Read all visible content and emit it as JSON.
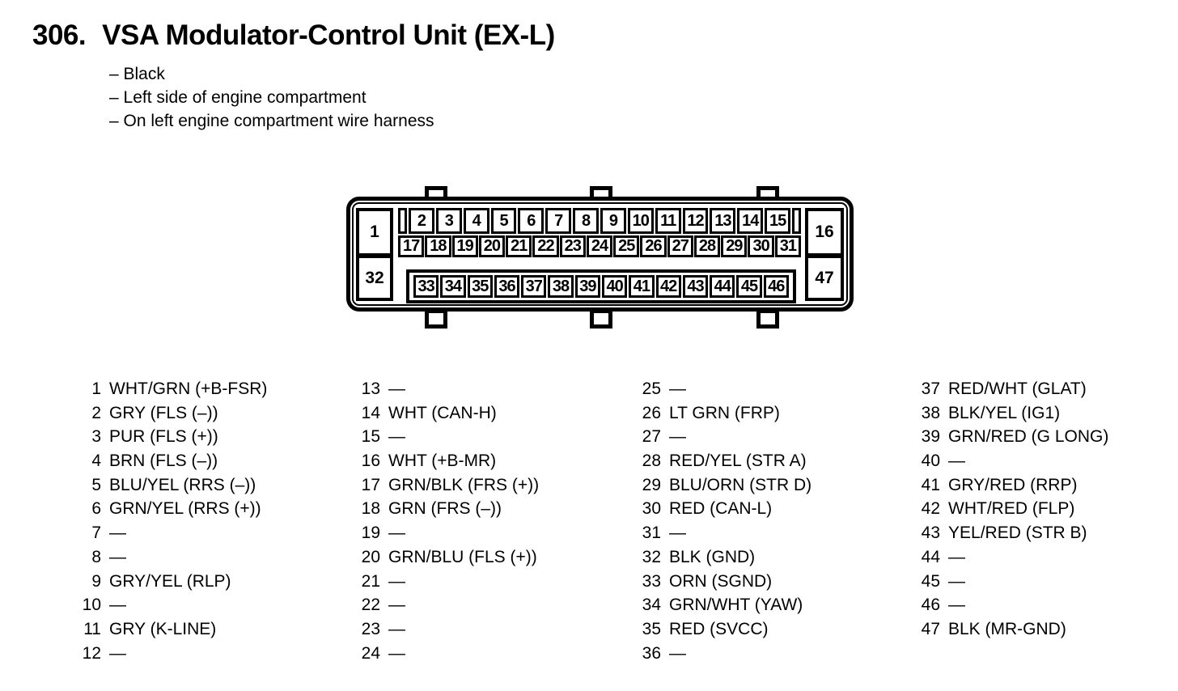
{
  "header": {
    "section_number": "306.",
    "title": "VSA Modulator-Control Unit (EX-L)",
    "bullets": [
      "– Black",
      "– Left side of engine compartment",
      "– On left engine compartment wire harness"
    ]
  },
  "connector": {
    "corner_pins": {
      "top_left": "1",
      "bottom_left": "32",
      "top_right": "16",
      "bottom_right": "47"
    },
    "row_top": [
      "2",
      "3",
      "4",
      "5",
      "6",
      "7",
      "8",
      "9",
      "10",
      "11",
      "12",
      "13",
      "14",
      "15"
    ],
    "row_mid": [
      "17",
      "18",
      "19",
      "20",
      "21",
      "22",
      "23",
      "24",
      "25",
      "26",
      "27",
      "28",
      "29",
      "30",
      "31"
    ],
    "row_bottom": [
      "33",
      "34",
      "35",
      "36",
      "37",
      "38",
      "39",
      "40",
      "41",
      "42",
      "43",
      "44",
      "45",
      "46"
    ]
  },
  "pin_list": {
    "columns": [
      {
        "pins": [
          {
            "num": "1",
            "desc": "WHT/GRN (+B-FSR)"
          },
          {
            "num": "2",
            "desc": "GRY (FLS (–))"
          },
          {
            "num": "3",
            "desc": "PUR (FLS (+))"
          },
          {
            "num": "4",
            "desc": "BRN (FLS (–))"
          },
          {
            "num": "5",
            "desc": "BLU/YEL (RRS (–))"
          },
          {
            "num": "6",
            "desc": "GRN/YEL (RRS (+))"
          },
          {
            "num": "7",
            "desc": "—"
          },
          {
            "num": "8",
            "desc": "—"
          },
          {
            "num": "9",
            "desc": "GRY/YEL (RLP)"
          },
          {
            "num": "10",
            "desc": "—"
          },
          {
            "num": "11",
            "desc": "GRY (K-LINE)"
          },
          {
            "num": "12",
            "desc": "—"
          }
        ]
      },
      {
        "pins": [
          {
            "num": "13",
            "desc": "—"
          },
          {
            "num": "14",
            "desc": "WHT (CAN-H)"
          },
          {
            "num": "15",
            "desc": "—"
          },
          {
            "num": "16",
            "desc": "WHT (+B-MR)"
          },
          {
            "num": "17",
            "desc": "GRN/BLK (FRS (+))"
          },
          {
            "num": "18",
            "desc": "GRN (FRS (–))"
          },
          {
            "num": "19",
            "desc": "—"
          },
          {
            "num": "20",
            "desc": "GRN/BLU (FLS (+))"
          },
          {
            "num": "21",
            "desc": "—"
          },
          {
            "num": "22",
            "desc": "—"
          },
          {
            "num": "23",
            "desc": "—"
          },
          {
            "num": "24",
            "desc": "—"
          }
        ]
      },
      {
        "pins": [
          {
            "num": "25",
            "desc": "—"
          },
          {
            "num": "26",
            "desc": "LT GRN (FRP)"
          },
          {
            "num": "27",
            "desc": "—"
          },
          {
            "num": "28",
            "desc": "RED/YEL (STR A)"
          },
          {
            "num": "29",
            "desc": "BLU/ORN (STR D)"
          },
          {
            "num": "30",
            "desc": "RED (CAN-L)"
          },
          {
            "num": "31",
            "desc": "—"
          },
          {
            "num": "32",
            "desc": "BLK (GND)"
          },
          {
            "num": "33",
            "desc": "ORN (SGND)"
          },
          {
            "num": "34",
            "desc": "GRN/WHT (YAW)"
          },
          {
            "num": "35",
            "desc": "RED (SVCC)"
          },
          {
            "num": "36",
            "desc": "—"
          }
        ]
      },
      {
        "pins": [
          {
            "num": "37",
            "desc": "RED/WHT (GLAT)"
          },
          {
            "num": "38",
            "desc": "BLK/YEL (IG1)"
          },
          {
            "num": "39",
            "desc": "GRN/RED (G LONG)"
          },
          {
            "num": "40",
            "desc": "—"
          },
          {
            "num": "41",
            "desc": "GRY/RED (RRP)"
          },
          {
            "num": "42",
            "desc": "WHT/RED (FLP)"
          },
          {
            "num": "43",
            "desc": "YEL/RED (STR B)"
          },
          {
            "num": "44",
            "desc": "—"
          },
          {
            "num": "45",
            "desc": "—"
          },
          {
            "num": "46",
            "desc": "—"
          },
          {
            "num": "47",
            "desc": "BLK (MR-GND)"
          }
        ]
      }
    ]
  },
  "colors": {
    "ink": "#000000",
    "paper": "#ffffff"
  }
}
